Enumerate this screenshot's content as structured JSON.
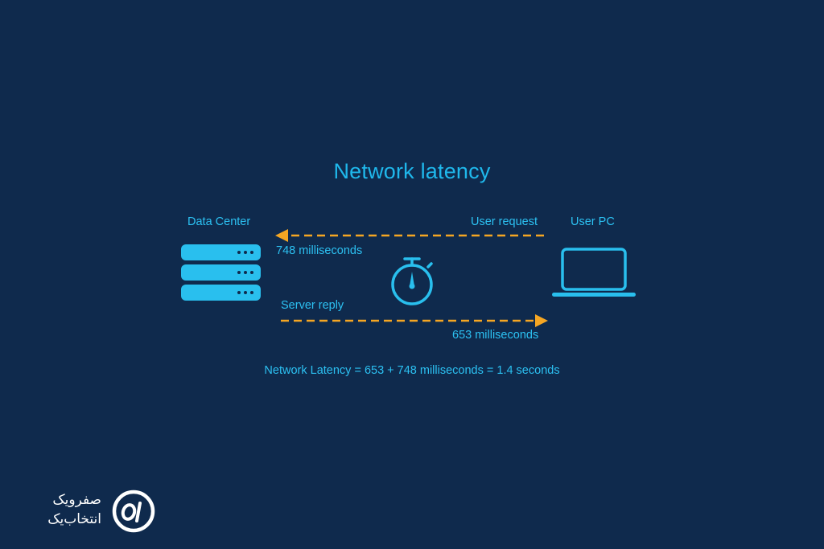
{
  "diagram": {
    "title": "Network latency",
    "nodes": {
      "data_center": "Data Center",
      "user_pc": "User PC"
    },
    "edges": {
      "request": {
        "label": "User request",
        "time": "748 milliseconds"
      },
      "reply": {
        "label": "Server reply",
        "time": "653 milliseconds"
      }
    },
    "formula": "Network Latency = 653 + 748 milliseconds = 1.4 seconds"
  },
  "colors": {
    "background": "#0f2a4d",
    "accent": "#1fb8ec",
    "arrow": "#f5a623"
  },
  "icons": [
    "server-icon",
    "stopwatch-icon",
    "laptop-icon",
    "logo-mark-icon"
  ],
  "brand": {
    "line1": "صفرویک",
    "line2": "انتخاب‌یک"
  }
}
